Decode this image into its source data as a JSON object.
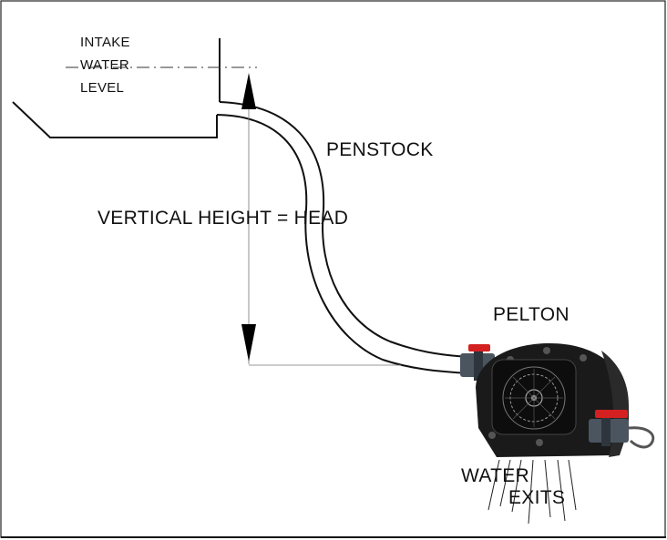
{
  "labels": {
    "intake_line1": "INTAKE",
    "intake_line2": "WATER",
    "intake_line3": "LEVEL",
    "penstock": "PENSTOCK",
    "head": "VERTICAL HEIGHT = HEAD",
    "pelton": "PELTON",
    "water": "WATER",
    "exits": "EXITS"
  },
  "colors": {
    "line": "#111111",
    "turbine_body": "#1a1a1a",
    "valve_red": "#d42020",
    "pipe_fitting": "#4a5560"
  }
}
